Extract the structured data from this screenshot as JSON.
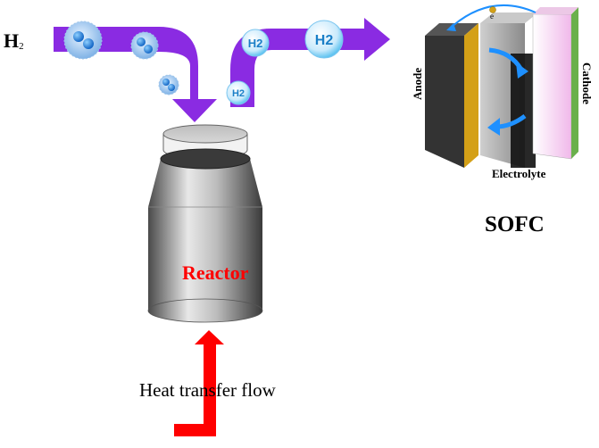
{
  "labels": {
    "hydrogen_main": "H",
    "hydrogen_sub": "2",
    "reactor": "Reactor",
    "heat_flow": "Heat transfer  flow",
    "sofc": "SOFC",
    "anode": "Anode",
    "cathode": "Cathode",
    "electrolyte": "Electrolyte",
    "electron": "e"
  },
  "molecules": {
    "product_large": "H2",
    "product_medium": "H2",
    "product_small": "H2"
  },
  "colors": {
    "arrow_purple": "#8a2be2",
    "heat_red": "#ff0000",
    "reactor_label": "#ff0000",
    "anode_gold": "#d4a017",
    "cathode_pink": "#f8ccf0",
    "cathode_green": "#6ab04c",
    "electrolyte_gray": "#a8a8a8",
    "flow_blue": "#1e90ff"
  }
}
